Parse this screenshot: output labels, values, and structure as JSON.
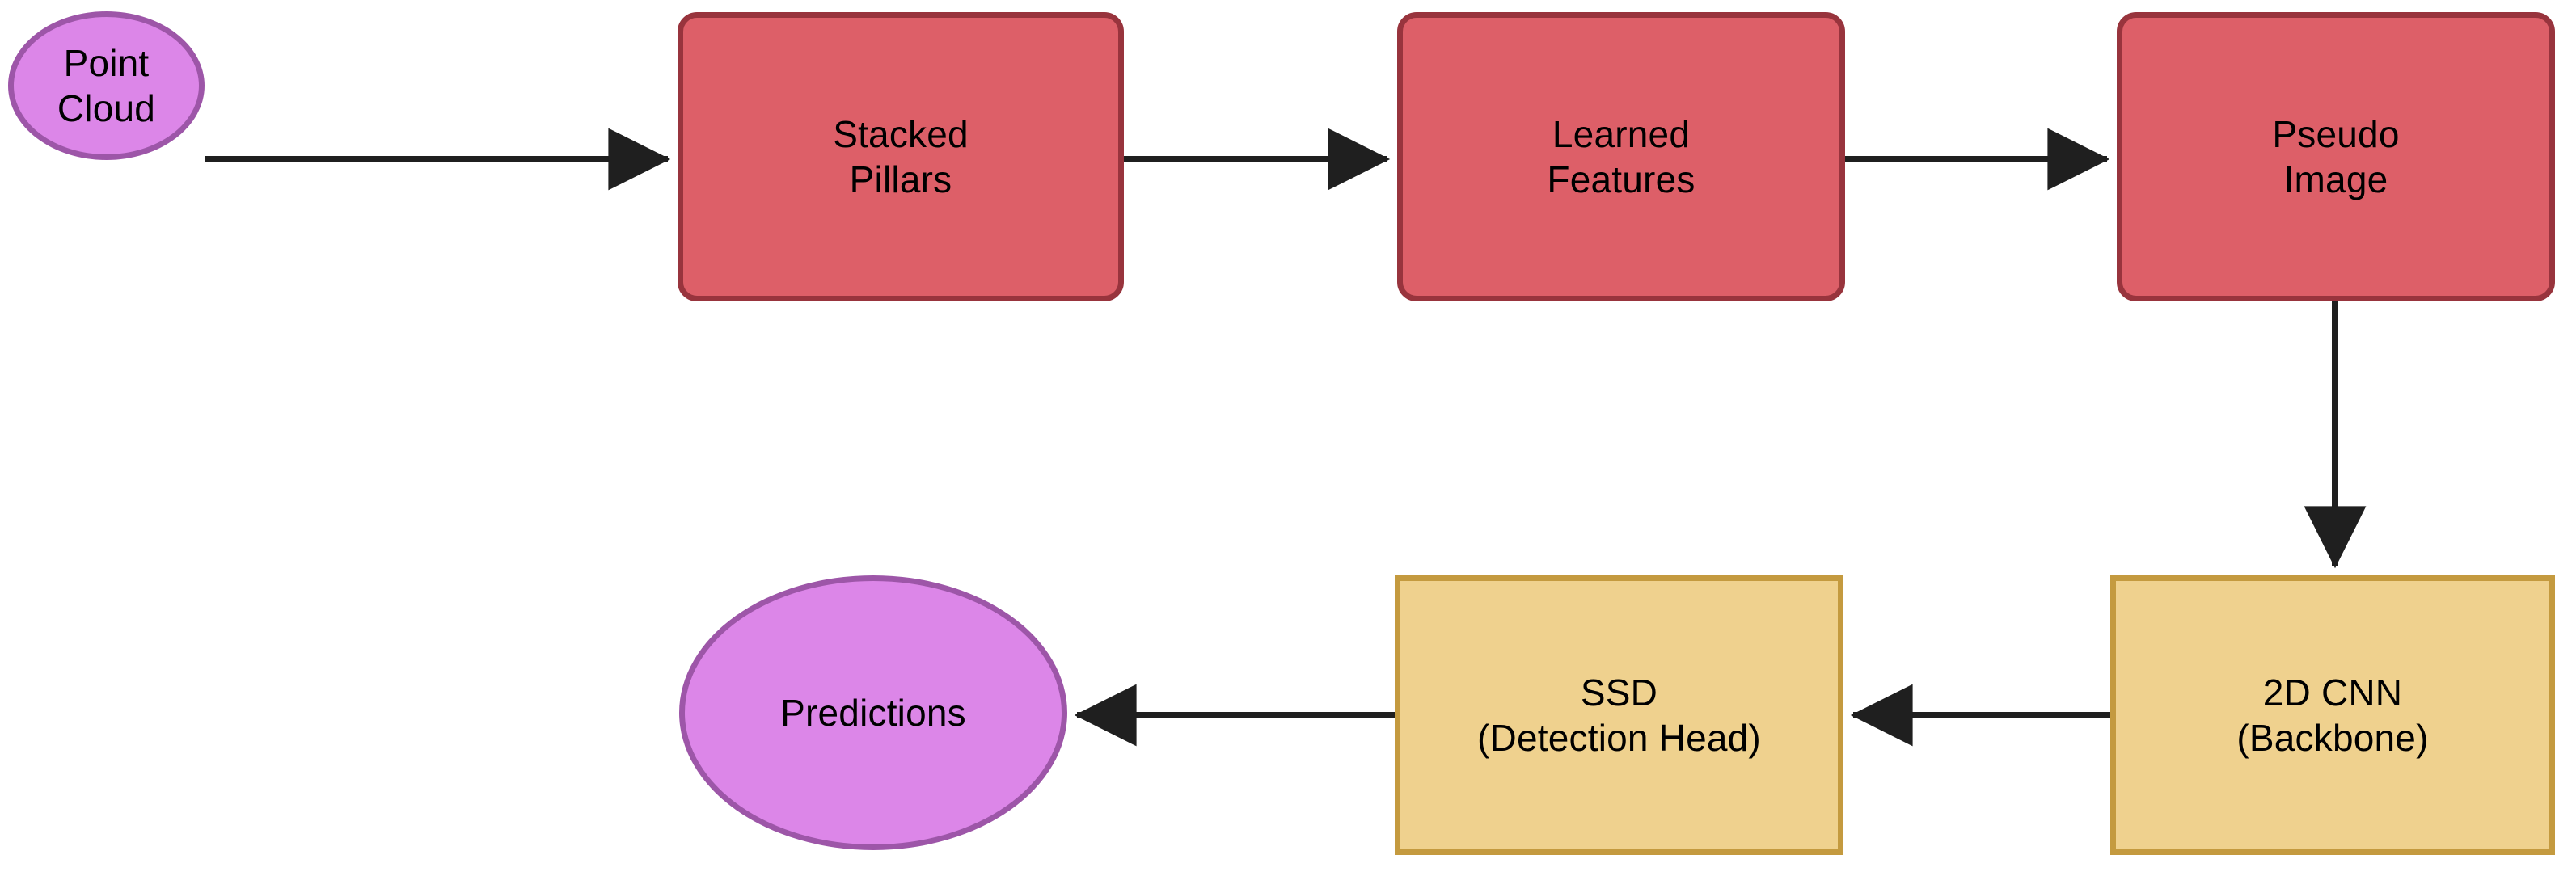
{
  "diagram": {
    "title": "PointPillars pipeline flowchart",
    "background_color": "#FFFFFF",
    "palette": {
      "terminal_fill": "#DC86E8",
      "terminal_border": "#9D56A8",
      "process_fill": "#DD5F68",
      "process_border": "#98343D",
      "backbone_fill": "#EFD18E",
      "backbone_border": "#C49A3F",
      "edge_color": "#1F1F1F",
      "text_color": "#000000"
    },
    "nodes": [
      {
        "id": "point-cloud",
        "shape": "ellipse",
        "lines": [
          "Point",
          "Cloud"
        ],
        "fill": "#DC86E8",
        "border": "#9D56A8"
      },
      {
        "id": "stacked-pillars",
        "shape": "rounded-rect",
        "lines": [
          "Stacked",
          "Pillars"
        ],
        "fill": "#DD5F68",
        "border": "#98343D"
      },
      {
        "id": "learned-features",
        "shape": "rounded-rect",
        "lines": [
          "Learned",
          "Features"
        ],
        "fill": "#DD5F68",
        "border": "#98343D"
      },
      {
        "id": "pseudo-image",
        "shape": "rounded-rect",
        "lines": [
          "Pseudo",
          "Image"
        ],
        "fill": "#DD5F68",
        "border": "#98343D"
      },
      {
        "id": "2d-cnn",
        "shape": "rect",
        "lines": [
          "2D CNN",
          "(Backbone)"
        ],
        "fill": "#EFD18E",
        "border": "#C49A3F"
      },
      {
        "id": "ssd-head",
        "shape": "rect",
        "lines": [
          "SSD",
          "(Detection Head)"
        ],
        "fill": "#EFD18E",
        "border": "#C49A3F"
      },
      {
        "id": "predictions",
        "shape": "ellipse",
        "lines": [
          "Predictions"
        ],
        "fill": "#DC86E8",
        "border": "#9D56A8"
      }
    ],
    "edges": [
      {
        "id": "e1",
        "from": "point-cloud",
        "to": "stacked-pillars",
        "label": "",
        "direction": "right"
      },
      {
        "id": "e2",
        "from": "stacked-pillars",
        "to": "learned-features",
        "label": "",
        "direction": "right"
      },
      {
        "id": "e3",
        "from": "learned-features",
        "to": "pseudo-image",
        "label": "",
        "direction": "right"
      },
      {
        "id": "e4",
        "from": "pseudo-image",
        "to": "2d-cnn",
        "label": "",
        "direction": "down"
      },
      {
        "id": "e5",
        "from": "2d-cnn",
        "to": "ssd-head",
        "label": "",
        "direction": "left"
      },
      {
        "id": "e6",
        "from": "ssd-head",
        "to": "predictions",
        "label": "",
        "direction": "left"
      }
    ]
  }
}
